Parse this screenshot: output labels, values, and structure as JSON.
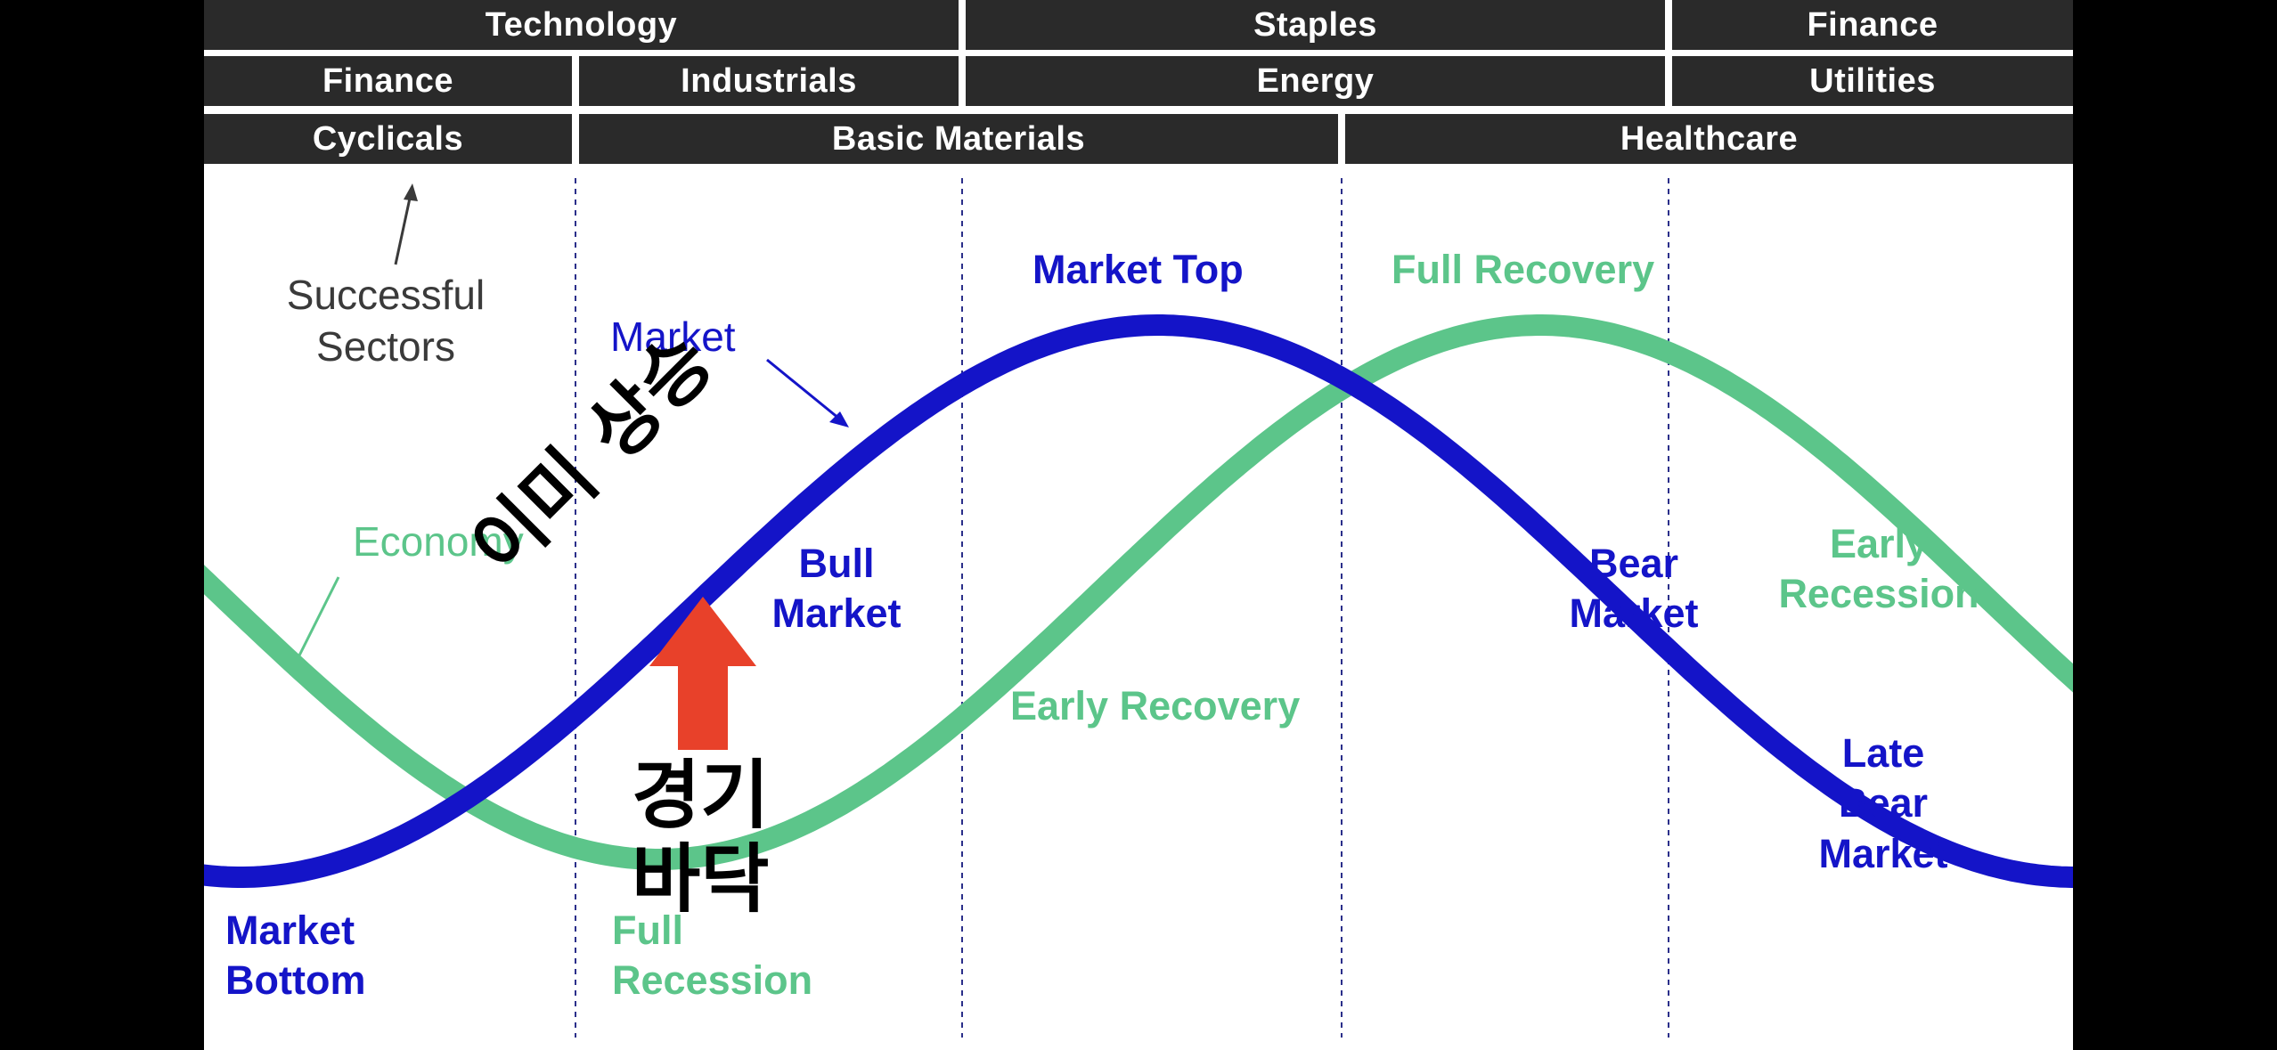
{
  "sector_rows": [
    [
      "Technology",
      "Staples",
      "Finance"
    ],
    [
      "Finance",
      "Industrials",
      "Energy",
      "Utilities"
    ],
    [
      "Cyclicals",
      "Basic Materials",
      "Healthcare"
    ]
  ],
  "annotations": {
    "successful_sectors": [
      "Successful",
      "Sectors"
    ],
    "market": "Market",
    "economy": "Economy"
  },
  "phases": {
    "market_bottom": [
      "Market",
      "Bottom"
    ],
    "full_recession": [
      "Full",
      "Recession"
    ],
    "bull_market": [
      "Bull",
      "Market"
    ],
    "early_recovery": "Early Recovery",
    "market_top": "Market Top",
    "full_recovery": "Full Recovery",
    "bear_market": [
      "Bear",
      "Market"
    ],
    "late_bear_market": [
      "Late",
      "Bear",
      "Market"
    ],
    "early_recession": [
      "Early",
      "Recession"
    ]
  },
  "overlay": {
    "already_rising": "이미 상승",
    "economy_bottom": [
      "경기",
      "바닥"
    ]
  },
  "colors": {
    "market": "#1414c8",
    "economy": "#5cc58a",
    "header_bar": "#2a2a2a",
    "arrow": "#e8412a"
  }
}
